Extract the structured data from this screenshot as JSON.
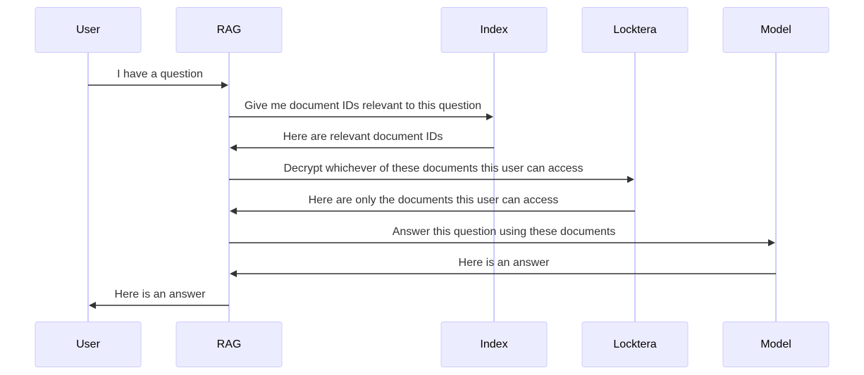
{
  "participants": [
    {
      "id": "user",
      "label": "User"
    },
    {
      "id": "rag",
      "label": "RAG"
    },
    {
      "id": "index",
      "label": "Index"
    },
    {
      "id": "locktera",
      "label": "Locktera"
    },
    {
      "id": "model",
      "label": "Model"
    }
  ],
  "messages": [
    {
      "from": "user",
      "to": "rag",
      "text": "I have a question"
    },
    {
      "from": "rag",
      "to": "index",
      "text": "Give me document IDs relevant to this question"
    },
    {
      "from": "index",
      "to": "rag",
      "text": "Here are relevant document IDs"
    },
    {
      "from": "rag",
      "to": "locktera",
      "text": "Decrypt whichever of these documents this user can access"
    },
    {
      "from": "locktera",
      "to": "rag",
      "text": "Here are only the documents this user can access"
    },
    {
      "from": "rag",
      "to": "model",
      "text": "Answer this question using these documents"
    },
    {
      "from": "model",
      "to": "rag",
      "text": "Here is an answer"
    },
    {
      "from": "rag",
      "to": "user",
      "text": "Here is an answer"
    }
  ],
  "colors": {
    "actor_fill": "#ECECFF",
    "actor_border": "#CCCCFF",
    "lifeline": "#CCCCFF",
    "message": "#333333"
  }
}
